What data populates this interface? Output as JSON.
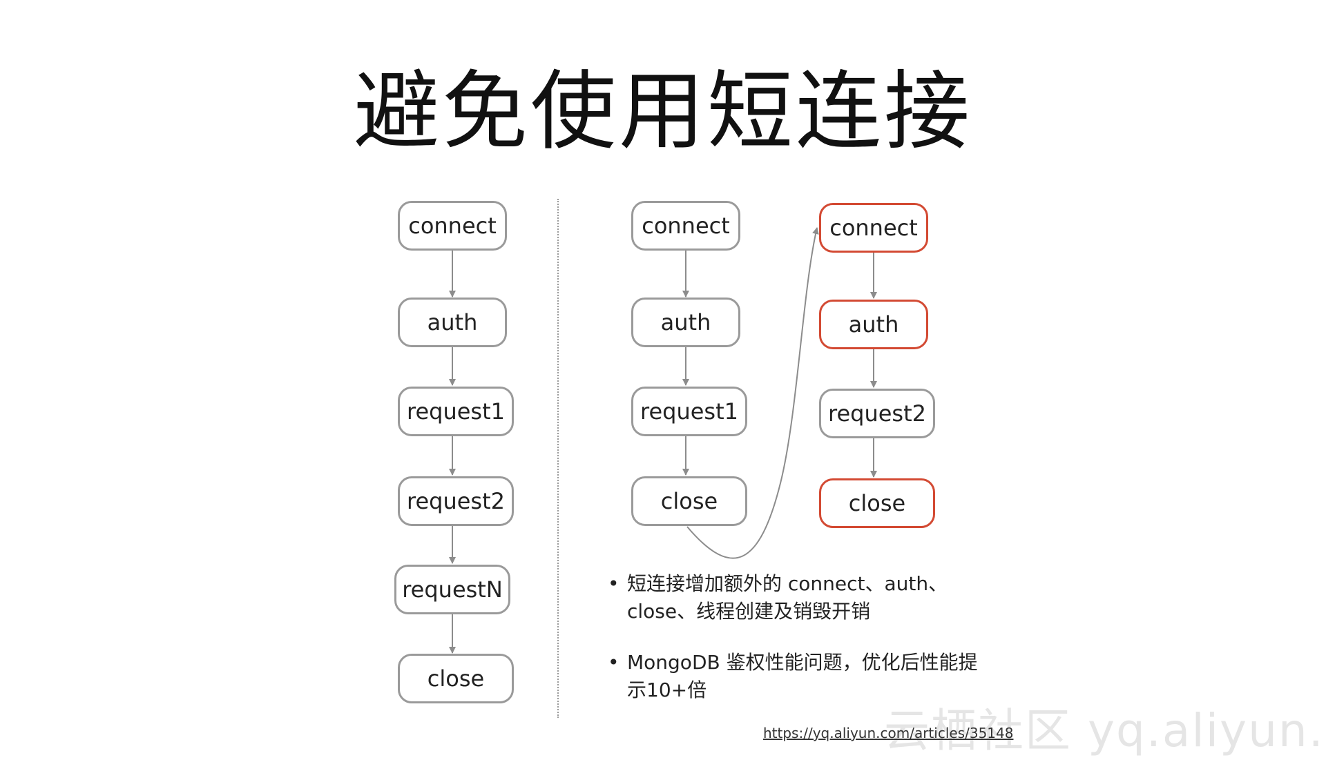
{
  "title": "避免使用短连接",
  "left_flow": [
    "connect",
    "auth",
    "request1",
    "request2",
    "requestN",
    "close"
  ],
  "right_flow_a": [
    "connect",
    "auth",
    "request1",
    "close"
  ],
  "right_flow_b": [
    "connect",
    "auth",
    "request2",
    "close"
  ],
  "colors": {
    "highlight": "#d34a33",
    "box_border": "#9a9a9a",
    "arrow": "#8c8c8c"
  },
  "bullets": [
    {
      "line1": "短连接增加额外的 connect、auth、",
      "line2": "close、线程创建及销毁开销"
    },
    {
      "line1": "MongoDB 鉴权性能问题，优化后性能提",
      "line2": "示10+倍"
    }
  ],
  "watermark": "云栖社区 yq.aliyun.com",
  "source_url": "https://yq.aliyun.com/articles/35148"
}
